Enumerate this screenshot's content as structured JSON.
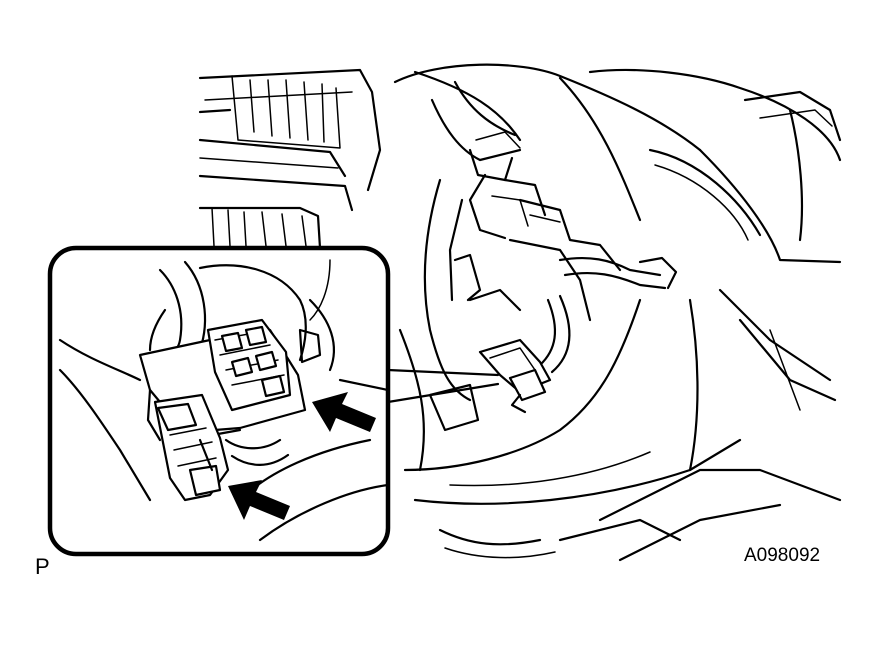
{
  "figure": {
    "view_mark": "P",
    "figure_id": "A098092"
  },
  "icons": {
    "callout_arrows": "arrow-icon",
    "detail_frame": "magnifier-callout"
  },
  "colors": {
    "line": "#000000",
    "background": "#ffffff"
  }
}
